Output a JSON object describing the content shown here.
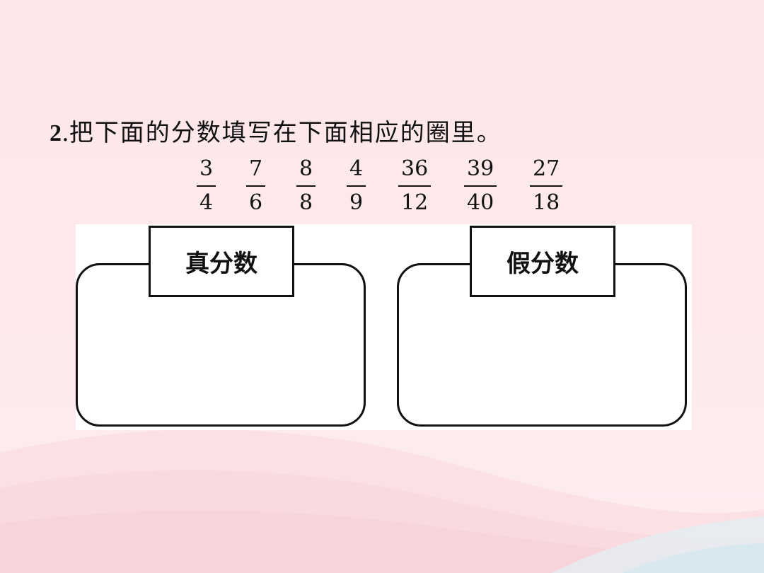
{
  "question": {
    "number": "2",
    "separator": ".",
    "text": "把下面的分数填写在下面相应的圈里。"
  },
  "fractions": [
    {
      "numerator": "3",
      "denominator": "4"
    },
    {
      "numerator": "7",
      "denominator": "6"
    },
    {
      "numerator": "8",
      "denominator": "8"
    },
    {
      "numerator": "4",
      "denominator": "9"
    },
    {
      "numerator": "36",
      "denominator": "12"
    },
    {
      "numerator": "39",
      "denominator": "40"
    },
    {
      "numerator": "27",
      "denominator": "18"
    }
  ],
  "categories": {
    "proper": "真分数",
    "improper": "假分数"
  },
  "colors": {
    "background": "#fde8eb",
    "wave": "#f9d7dc",
    "text": "#111111"
  }
}
